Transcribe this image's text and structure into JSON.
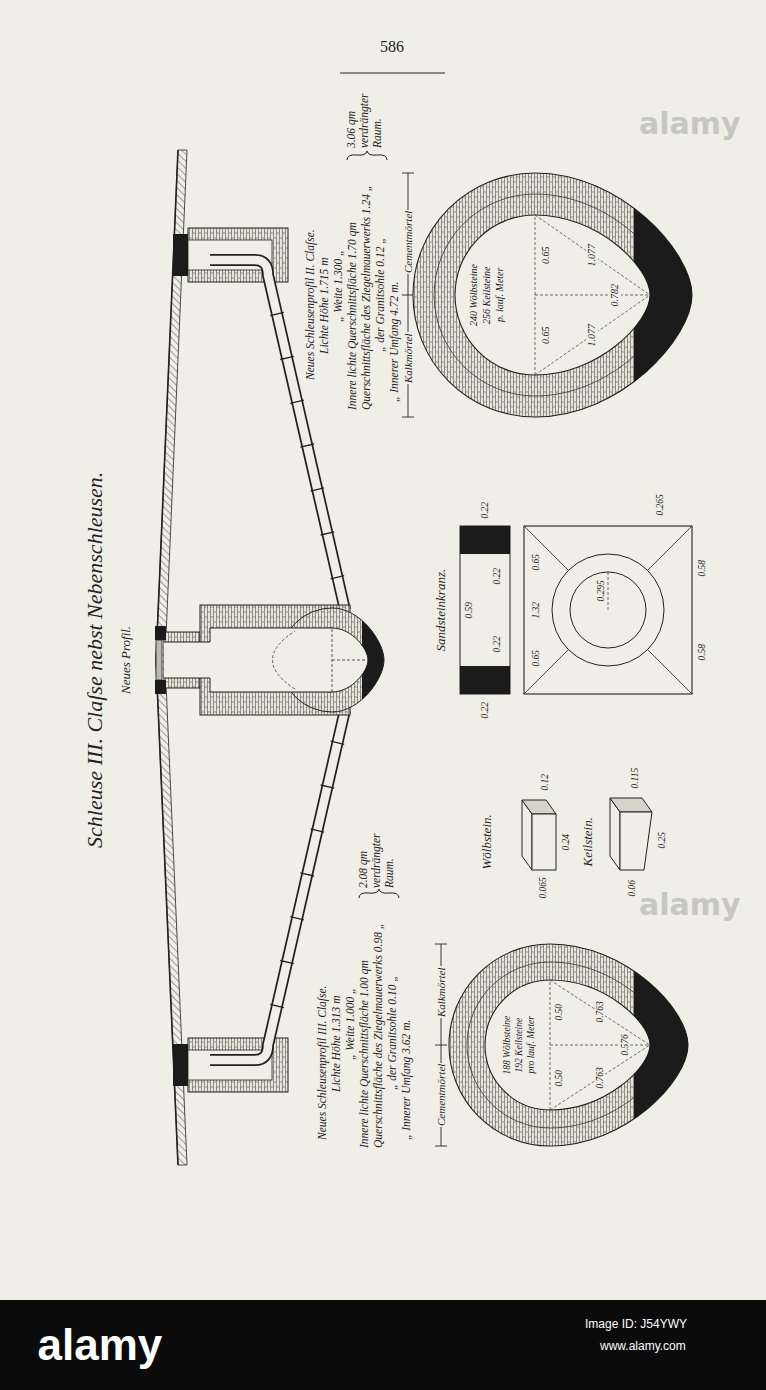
{
  "diagram": {
    "title": "Schleuse III. Claſse nebst Nebenschleusen.",
    "labels": [
      "586",
      "Neues Profil.",
      "Neues Schleusenprofil III. Claſse.",
      "Lichte Höhe 1.313 m",
      "„ Weite 1.000 „",
      "Innere lichte Querschnittsfläche 1.00 qm",
      "Querschnittsfläche des Ziegelmauerwerks 0.98 „",
      "„ der Granitsohle 0.10 „",
      "„ Innerer Umfang 3.62 m.",
      "2.08 qm verdrängter Raum.",
      "Neues Schleusenprofil II. Claſse.",
      "Lichte Höhe 1.715 m",
      "„ Weite 1.300 „",
      "Innere lichte Querschnittsfläche 1.70 qm",
      "Querschnittsfläche des Ziegelmauerwerks 1.24 „",
      "„ der Granitsohle 0.12 „",
      "„ Innerer Umfang 4.72 m.",
      "3.06 qm verdrängter Raum.",
      "Cementmörtel",
      "Kalkmörtel",
      "188 Wölbsteine",
      "192 Keilsteine",
      "pro lauf. Meter",
      "0.50",
      "0.50",
      "0.763",
      "0.576",
      "0.763",
      "Cementmörtel",
      "Kalkmörtel",
      "240 Wölbsteine",
      "256 Keilsteine",
      "p. lauf. Meter",
      "0.65",
      "0.65",
      "1.077",
      "0.782",
      "1.077",
      "Sandsteinkranz.",
      "0.22",
      "0.59",
      "0.22",
      "0.22",
      "0.22",
      "0.65",
      "1.32",
      "0.65",
      "0.295",
      "0.265",
      "0.58",
      "0.58",
      "Wölbstein.",
      "0.24",
      "0.12",
      "0.065",
      "Keilstein.",
      "0.25",
      "0.115",
      "0.06",
      "alamy",
      "alamy",
      "alamy",
      "Image ID: J54YWY",
      "www.alamy.com"
    ]
  }
}
